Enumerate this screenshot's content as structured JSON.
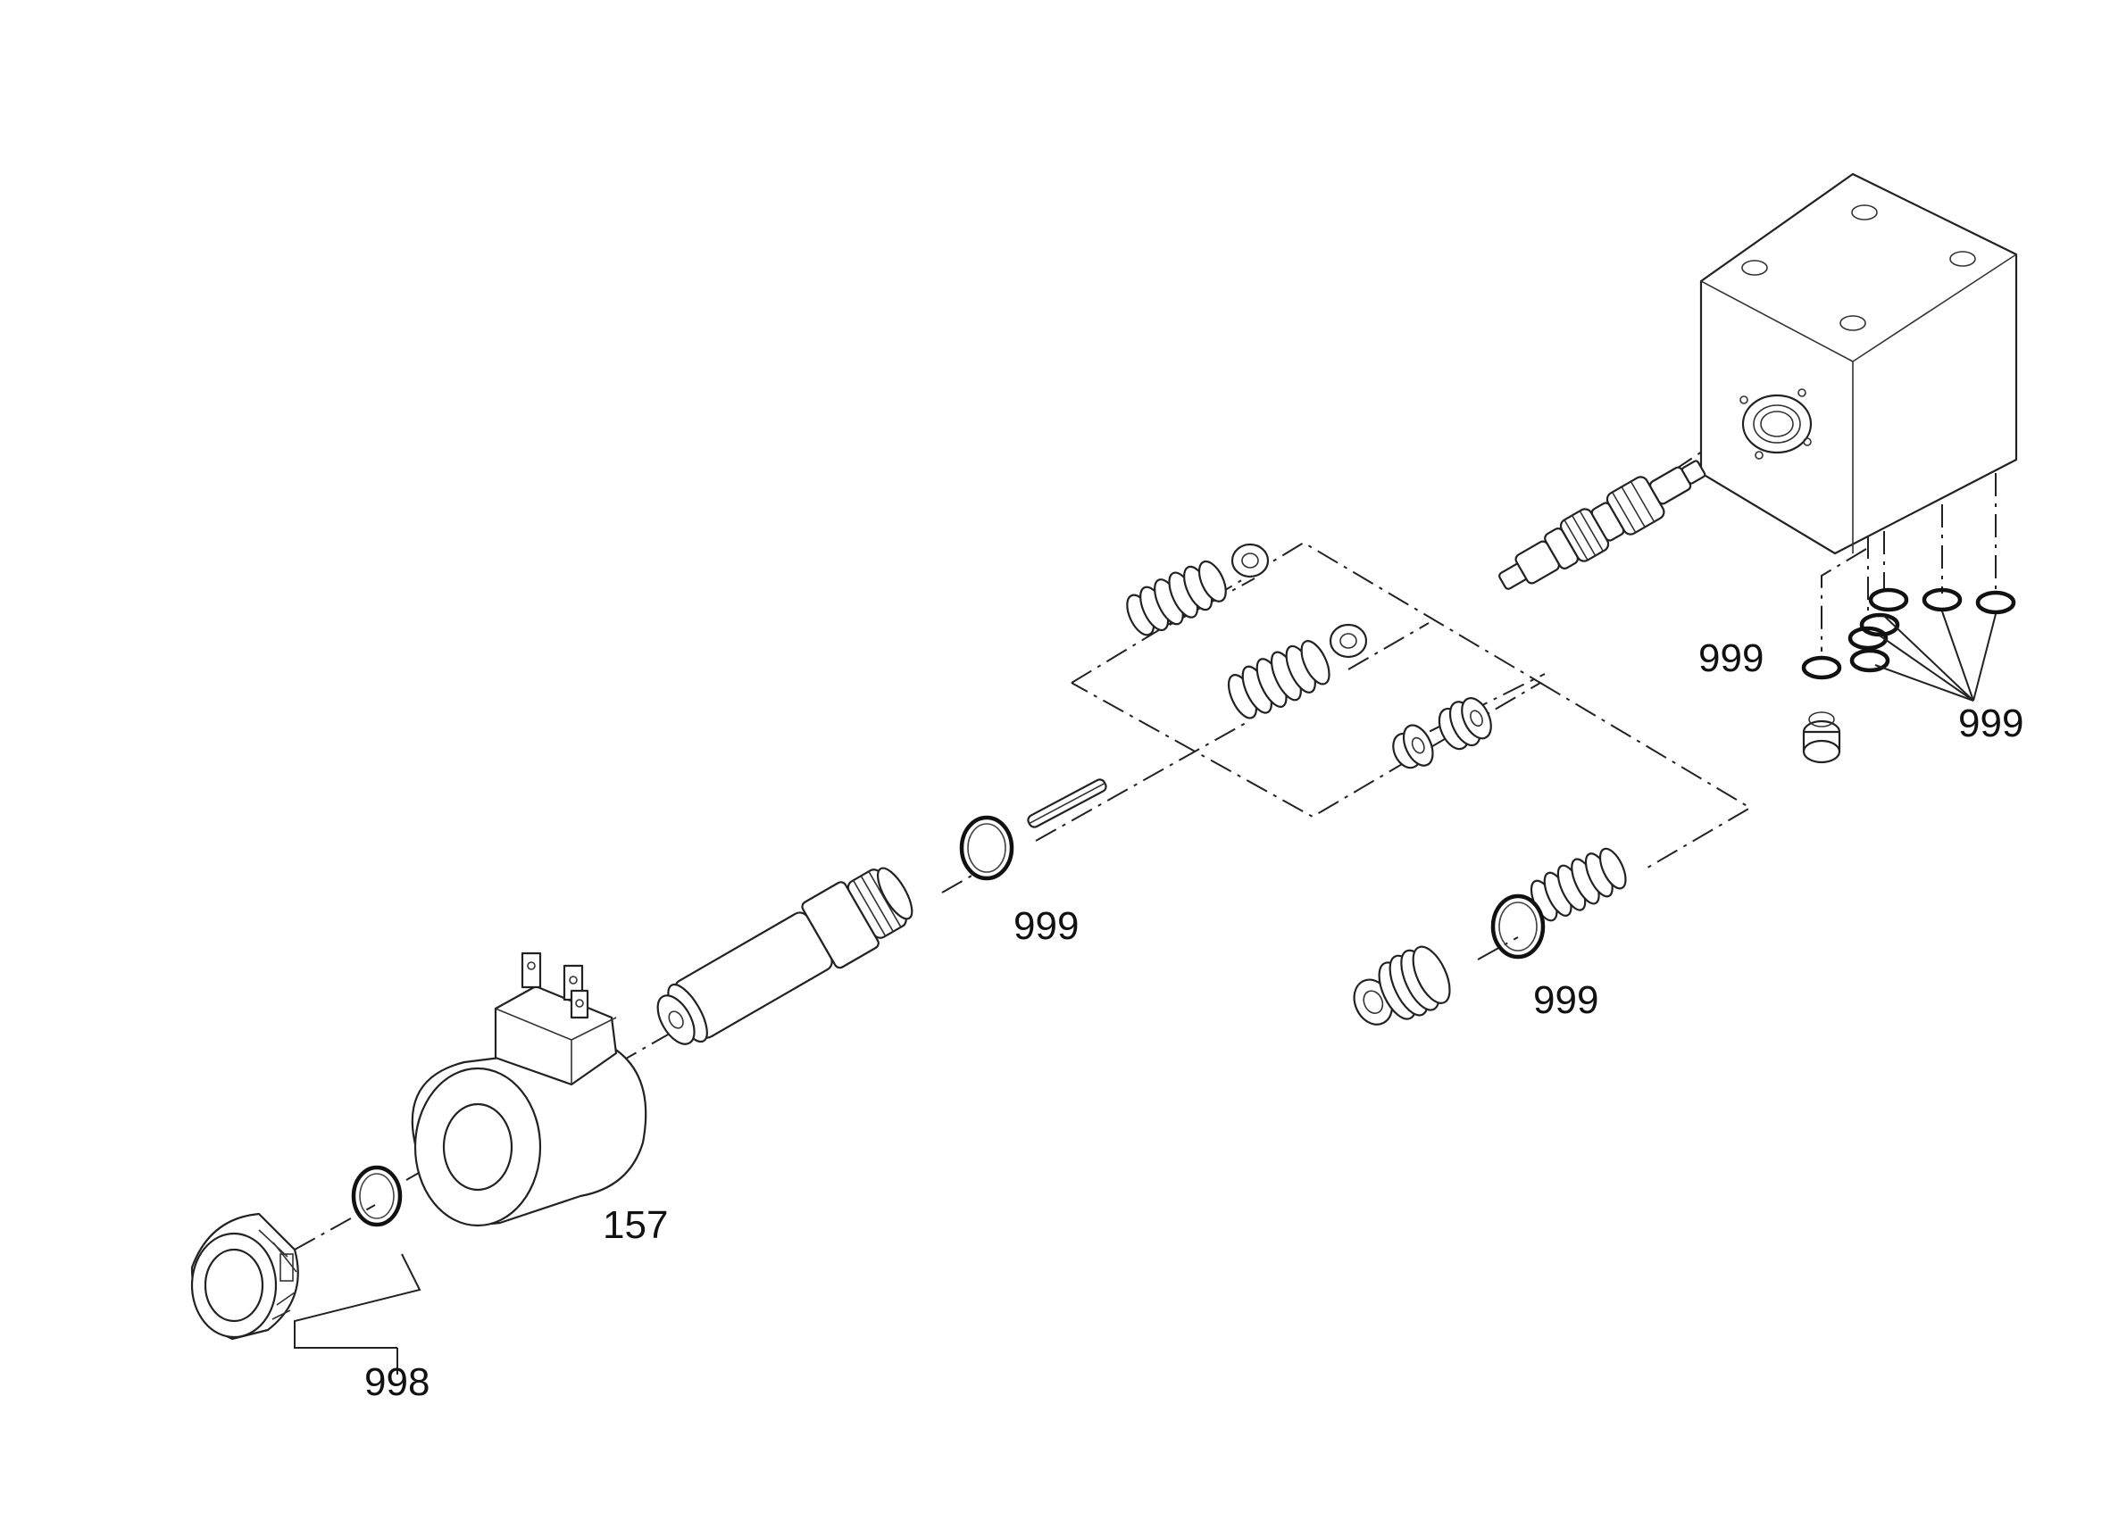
{
  "callouts": {
    "coil": "157",
    "seal_kit_nut": "998",
    "oring_valve_body": "999",
    "oring_plug": "999",
    "oring_block_left": "999",
    "oring_block_right": "999"
  },
  "colors": {
    "line": "#222222",
    "background": "#ffffff"
  }
}
